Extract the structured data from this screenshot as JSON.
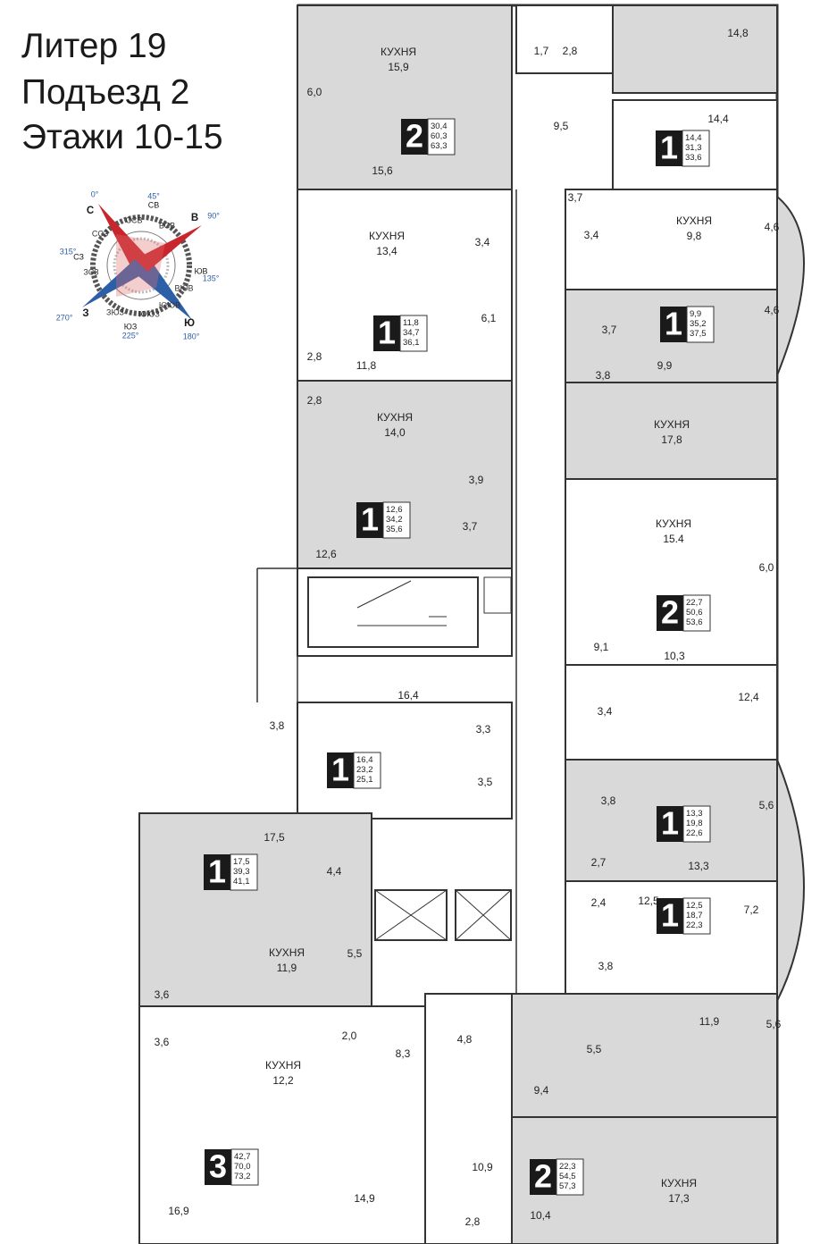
{
  "title": {
    "line1": "Литер 19",
    "line2": "Подъезд 2",
    "line3": "Этажи 10-15"
  },
  "compass": {
    "C": "С",
    "B": "В",
    "Yu": "Ю",
    "Z": "З",
    "deg_N": "0°",
    "deg_E": "90°",
    "deg_S": "180°",
    "deg_W": "270°",
    "deg_NE": "45°",
    "deg_SE": "135°",
    "deg_SW": "225°",
    "deg_NW": "315°",
    "NE": "СВ",
    "SE": "ЮВ",
    "SW": "ЮЗ",
    "NW": "СЗ",
    "NNE": "ССВ",
    "ENE": "ВСВ",
    "ESE": "ВЮВ",
    "SSE": "ЮЮВ",
    "SSW": "ЮЮЗ",
    "WSW": "ЗЮЗ",
    "WNW": "ЗСЗ",
    "NNW": "ССЗ",
    "colors": {
      "north": "#c8252d",
      "south": "#2d5fa8",
      "ring": "#555555",
      "label_blue": "#2d5fa8"
    }
  },
  "colors": {
    "apartment_fill": "#d9d9d9",
    "wall": "#333333",
    "badge": "#1a1a1a"
  },
  "apartments": [
    {
      "rooms": "2",
      "a": "30,4",
      "b": "60,3",
      "c": "63,3"
    },
    {
      "rooms": "1",
      "a": "14,4",
      "b": "31,3",
      "c": "33,6"
    },
    {
      "rooms": "1",
      "a": "11,8",
      "b": "34,7",
      "c": "36,1"
    },
    {
      "rooms": "1",
      "a": "9,9",
      "b": "35,2",
      "c": "37,5"
    },
    {
      "rooms": "1",
      "a": "12,6",
      "b": "34,2",
      "c": "35,6"
    },
    {
      "rooms": "2",
      "a": "22,7",
      "b": "50,6",
      "c": "53,6"
    },
    {
      "rooms": "1",
      "a": "16,4",
      "b": "23,2",
      "c": "25,1"
    },
    {
      "rooms": "1",
      "a": "17,5",
      "b": "39,3",
      "c": "41,1"
    },
    {
      "rooms": "1",
      "a": "13,3",
      "b": "19,8",
      "c": "22,6"
    },
    {
      "rooms": "1",
      "a": "12,5",
      "b": "18,7",
      "c": "22,3"
    },
    {
      "rooms": "3",
      "a": "42,7",
      "b": "70,0",
      "c": "73,2"
    },
    {
      "rooms": "2",
      "a": "22,3",
      "b": "54,5",
      "c": "57,3"
    }
  ],
  "rooms": [
    {
      "kind": "КУХНЯ",
      "area": "15,9"
    },
    {
      "area": "6,0"
    },
    {
      "area": "15,6"
    },
    {
      "area": "1,7"
    },
    {
      "area": "2,8"
    },
    {
      "area": "14,8"
    },
    {
      "area": "9,5"
    },
    {
      "area": "14,4"
    },
    {
      "area": "3,7"
    },
    {
      "kind": "КУХНЯ",
      "area": "13,4"
    },
    {
      "area": "3,4"
    },
    {
      "area": "6,1"
    },
    {
      "area": "2,8"
    },
    {
      "area": "11,8"
    },
    {
      "kind": "КУХНЯ",
      "area": "9,8"
    },
    {
      "area": "3,4"
    },
    {
      "area": "4,6"
    },
    {
      "area": "4,6"
    },
    {
      "area": "3,7"
    },
    {
      "area": "9,9"
    },
    {
      "area": "3,8"
    },
    {
      "kind": "КУХНЯ",
      "area": "17,8"
    },
    {
      "area": "2,8"
    },
    {
      "kind": "КУХНЯ",
      "area": "14,0"
    },
    {
      "area": "3,9"
    },
    {
      "area": "3,7"
    },
    {
      "area": "12,6"
    },
    {
      "kind": "КУХНЯ",
      "area": "15.4"
    },
    {
      "area": "6,0"
    },
    {
      "area": "9,1"
    },
    {
      "area": "10,3"
    },
    {
      "area": "3,8"
    },
    {
      "area": "16,4"
    },
    {
      "area": "3,3"
    },
    {
      "area": "3,5"
    },
    {
      "area": "3,4"
    },
    {
      "area": "12,4"
    },
    {
      "area": "3,8"
    },
    {
      "area": "5,6"
    },
    {
      "area": "2,7"
    },
    {
      "area": "13,3"
    },
    {
      "area": "17,5"
    },
    {
      "area": "4,4"
    },
    {
      "area": "5,5"
    },
    {
      "kind": "КУХНЯ",
      "area": "11,9"
    },
    {
      "area": "2,4"
    },
    {
      "area": "12,5"
    },
    {
      "area": "7,2"
    },
    {
      "area": "3,8"
    },
    {
      "area": "3,6"
    },
    {
      "area": "3,6"
    },
    {
      "area": "2,0"
    },
    {
      "area": "8,3"
    },
    {
      "area": "4,8"
    },
    {
      "area": "5,5"
    },
    {
      "area": "11,9"
    },
    {
      "area": "5,6"
    },
    {
      "kind": "КУХНЯ",
      "area": "12,2"
    },
    {
      "area": "9,4"
    },
    {
      "area": "10,9"
    },
    {
      "area": "16,9"
    },
    {
      "area": "14,9"
    },
    {
      "area": "2,8"
    },
    {
      "area": "10,4"
    },
    {
      "kind": "КУХНЯ",
      "area": "17,3"
    }
  ]
}
